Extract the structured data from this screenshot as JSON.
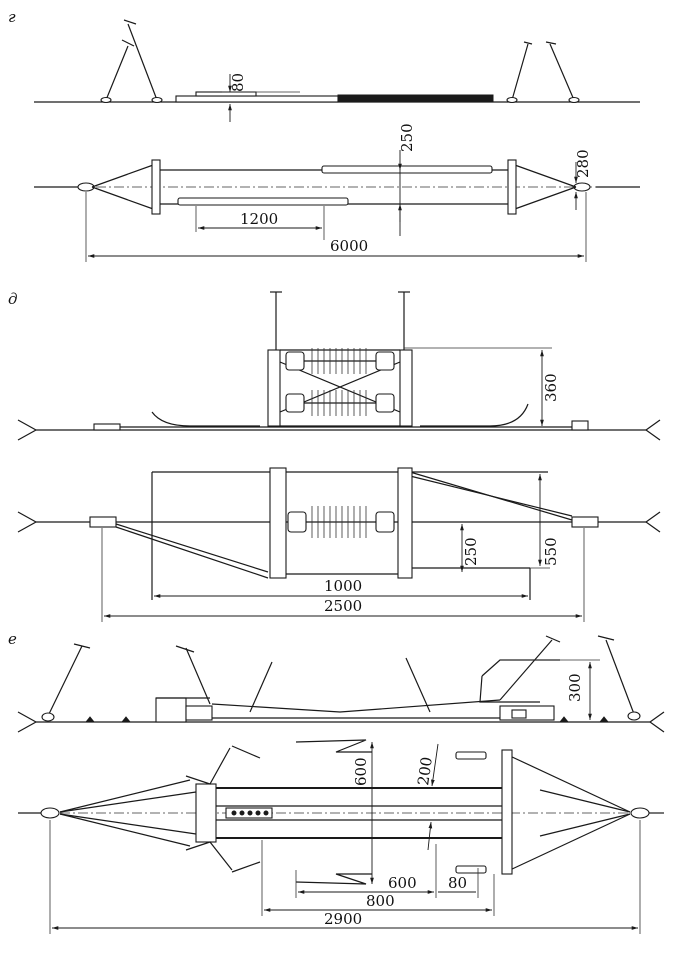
{
  "panels": [
    {
      "label": "г",
      "dimensions": [
        "80",
        "250",
        "280",
        "1200",
        "6000"
      ]
    },
    {
      "label": "д",
      "dimensions": [
        "360",
        "250",
        "550",
        "1000",
        "2500"
      ]
    },
    {
      "label": "е",
      "dimensions": [
        "300",
        "600",
        "200",
        "600",
        "80",
        "800",
        "2900"
      ]
    }
  ]
}
